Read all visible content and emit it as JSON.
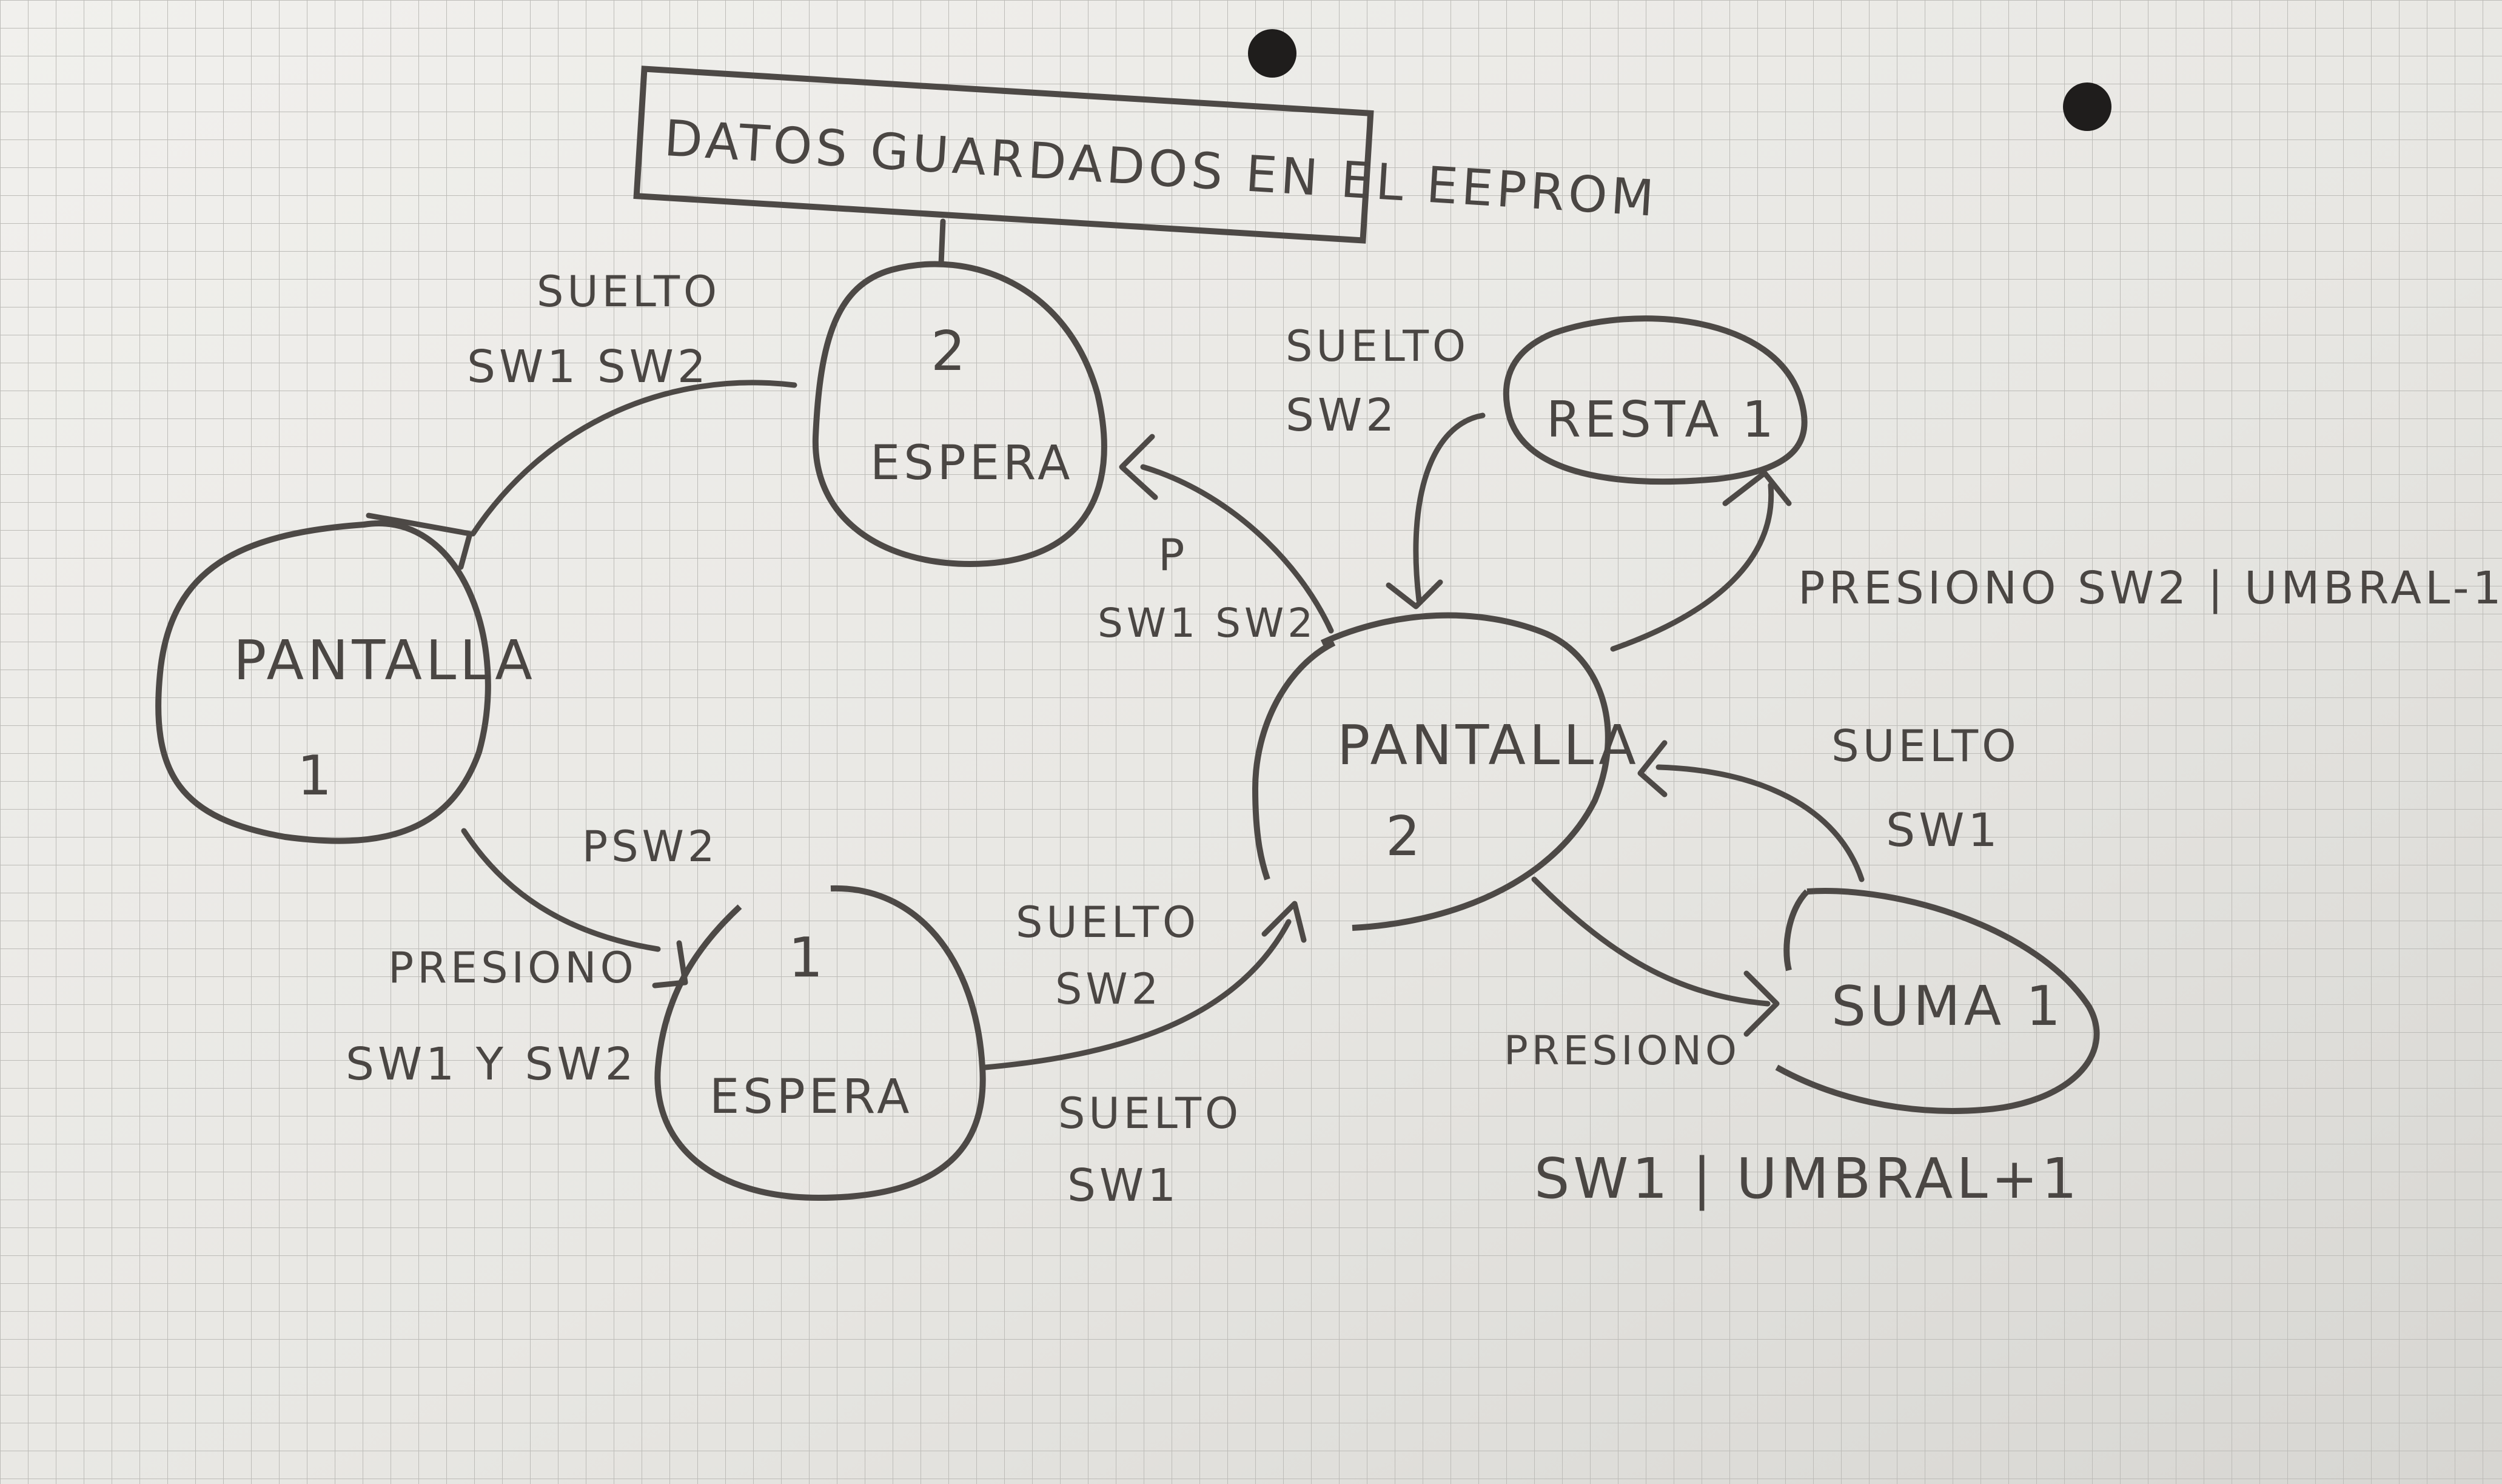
{
  "diagram": {
    "note_box": "DATOS GUARDADOS EN EL EEPROM",
    "nodes": {
      "espera2": {
        "line1": "2",
        "line2": "ESPERA"
      },
      "pantalla1": {
        "line1": "PANTALLA",
        "line2": "1"
      },
      "espera1": {
        "line1": "1",
        "line2": "ESPERA"
      },
      "pantalla2": {
        "line1": "PANTALLA",
        "line2": "2"
      },
      "resta1": {
        "line1": "RESTA 1"
      },
      "suma1": {
        "line1": "SUMA 1"
      }
    },
    "labels": {
      "suelto_sw1sw2_top": {
        "line1": "SUELTO",
        "line2": "SW1 SW2"
      },
      "suelto_sw2_top": {
        "line1": "SUELTO",
        "line2": "SW2"
      },
      "p_sw1sw2": {
        "line1": "P",
        "line2": "SW1 SW2"
      },
      "presiono_sw2_umbral": "PRESIONO SW2 | UMBRAL-1",
      "suelto_sw1_right": {
        "line1": "SUELTO",
        "line2": "SW1"
      },
      "psw2": "PSW2",
      "presiono_sw1_y_sw2": {
        "line1": "PRESIONO",
        "line2": "SW1 Y SW2"
      },
      "suelto_sw2_bottom": {
        "line1": "SUELTO",
        "line2": "SW2"
      },
      "suelto_sw1_bottom": {
        "line1": "SUELTO",
        "line2": "SW1"
      },
      "presiono": "PRESIONO",
      "sw1_umbral": "SW1 | UMBRAL+1"
    }
  }
}
